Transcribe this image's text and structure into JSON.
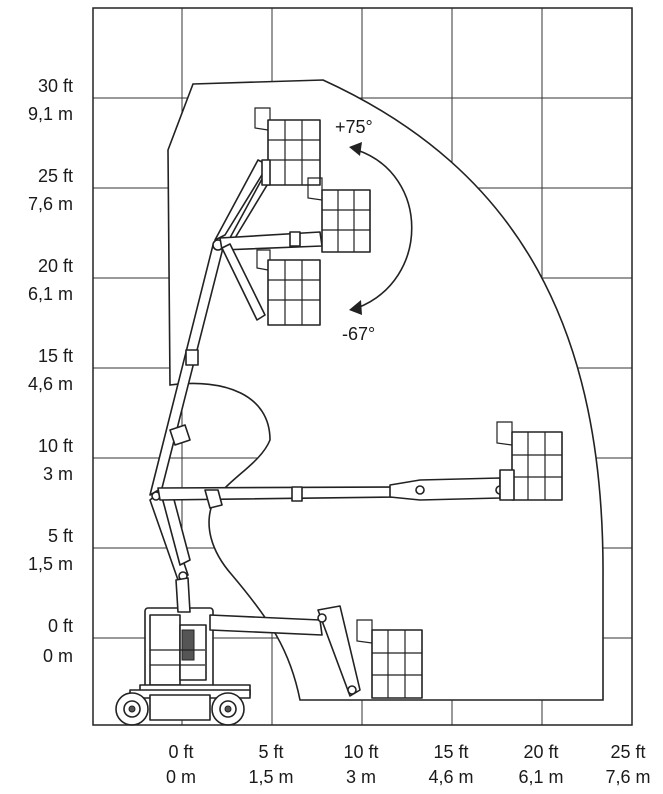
{
  "y_axis": {
    "ticks": [
      {
        "ft": "0 ft",
        "m": "0 m"
      },
      {
        "ft": "5 ft",
        "m": "1,5 m"
      },
      {
        "ft": "10 ft",
        "m": "3 m"
      },
      {
        "ft": "15 ft",
        "m": "4,6 m"
      },
      {
        "ft": "20 ft",
        "m": "6,1 m"
      },
      {
        "ft": "25 ft",
        "m": "7,6 m"
      },
      {
        "ft": "30 ft",
        "m": "9,1 m"
      }
    ]
  },
  "x_axis": {
    "ticks": [
      {
        "ft": "0 ft",
        "m": "0 m"
      },
      {
        "ft": "5 ft",
        "m": "1,5 m"
      },
      {
        "ft": "10 ft",
        "m": "3 m"
      },
      {
        "ft": "15 ft",
        "m": "4,6 m"
      },
      {
        "ft": "20 ft",
        "m": "6,1 m"
      },
      {
        "ft": "25 ft",
        "m": "7,6 m"
      }
    ]
  },
  "jib_rotation": {
    "up_label": "+75°",
    "down_label": "-67°"
  }
}
